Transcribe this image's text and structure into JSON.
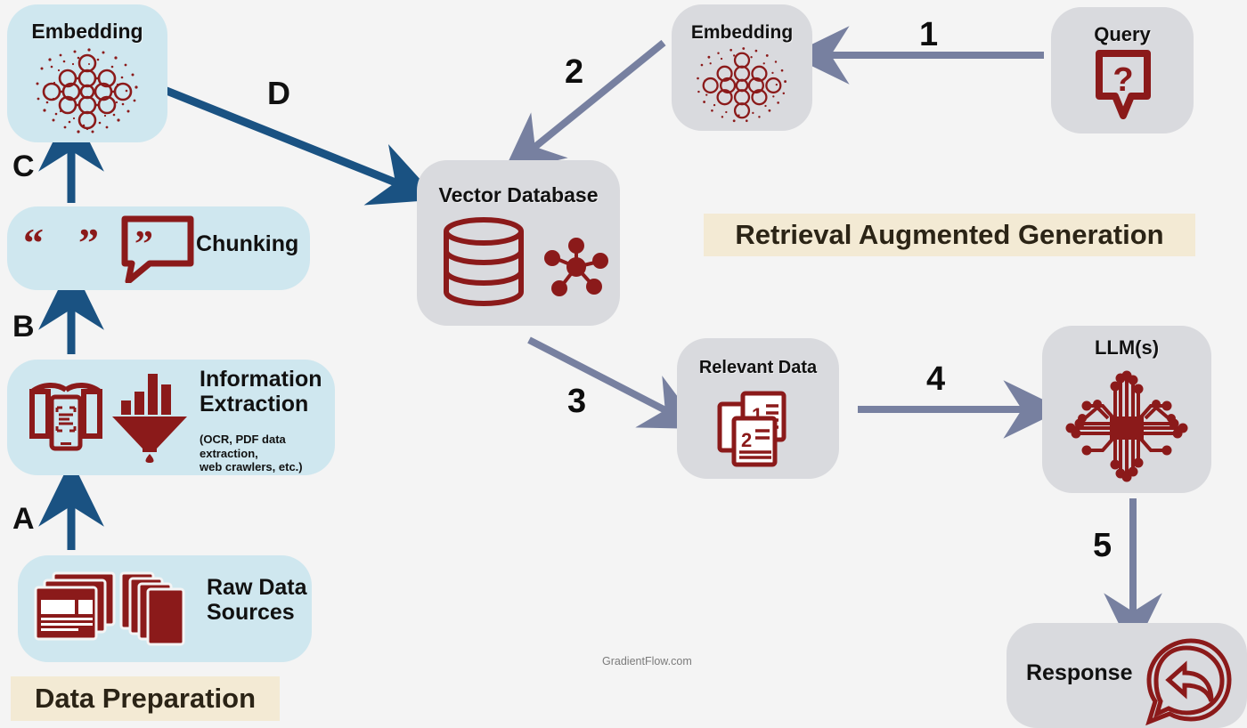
{
  "diagram": {
    "title_banners": [
      {
        "id": "data-preparation",
        "text": "Data Preparation"
      },
      {
        "id": "retrieval-augmented-generation",
        "text": "Retrieval Augmented Generation"
      }
    ],
    "watermark": "GradientFlow.com",
    "colors": {
      "background": "#f4f4f4",
      "blue_node_fill": "#cfe7ef",
      "gray_node_fill": "#d9dade",
      "banner_fill": "#f3ead4",
      "icon_red": "#8b1a1a",
      "blue_arrow": "#1a5282",
      "gray_arrow": "#7780a0",
      "text_dark": "#111111",
      "banner_text": "#2b2416"
    }
  },
  "nodes": {
    "raw_data_sources": {
      "label": "Raw Data\nSources",
      "icon": "documents-stack-icon"
    },
    "information_extraction": {
      "label": "Information\nExtraction",
      "sub_label": "(OCR, PDF data extraction,\nweb crawlers, etc.)",
      "icons": [
        "scanner-document-icon",
        "funnel-chart-icon"
      ]
    },
    "chunking": {
      "label": "Chunking",
      "icon": "quote-bubble-icon"
    },
    "embedding_left": {
      "title": "Embedding",
      "icon": "embedding-lattice-icon"
    },
    "embedding_right": {
      "title": "Embedding",
      "icon": "embedding-lattice-icon"
    },
    "query": {
      "title": "Query",
      "icon": "question-bubble-icon"
    },
    "vector_database": {
      "title": "Vector Database",
      "icons": [
        "database-cylinder-icon",
        "vector-nodes-icon"
      ]
    },
    "relevant_data": {
      "title": "Relevant Data",
      "icon": "numbered-documents-icon"
    },
    "llm": {
      "title": "LLM(s)",
      "icon": "cpu-chip-icon"
    },
    "response": {
      "label": "Response",
      "icon": "reply-bubble-icon"
    }
  },
  "edges": [
    {
      "id": "edge-a",
      "label": "A",
      "from": "raw_data_sources",
      "to": "information_extraction",
      "color": "blue"
    },
    {
      "id": "edge-b",
      "label": "B",
      "from": "information_extraction",
      "to": "chunking",
      "color": "blue"
    },
    {
      "id": "edge-c",
      "label": "C",
      "from": "chunking",
      "to": "embedding_left",
      "color": "blue"
    },
    {
      "id": "edge-d",
      "label": "D",
      "from": "embedding_left",
      "to": "vector_database",
      "color": "blue"
    },
    {
      "id": "edge-1",
      "label": "1",
      "from": "query",
      "to": "embedding_right",
      "color": "gray"
    },
    {
      "id": "edge-2",
      "label": "2",
      "from": "embedding_right",
      "to": "vector_database",
      "color": "gray"
    },
    {
      "id": "edge-3",
      "label": "3",
      "from": "vector_database",
      "to": "relevant_data",
      "color": "gray"
    },
    {
      "id": "edge-4",
      "label": "4",
      "from": "relevant_data",
      "to": "llm",
      "color": "gray"
    },
    {
      "id": "edge-5",
      "label": "5",
      "from": "llm",
      "to": "response",
      "color": "gray"
    }
  ]
}
